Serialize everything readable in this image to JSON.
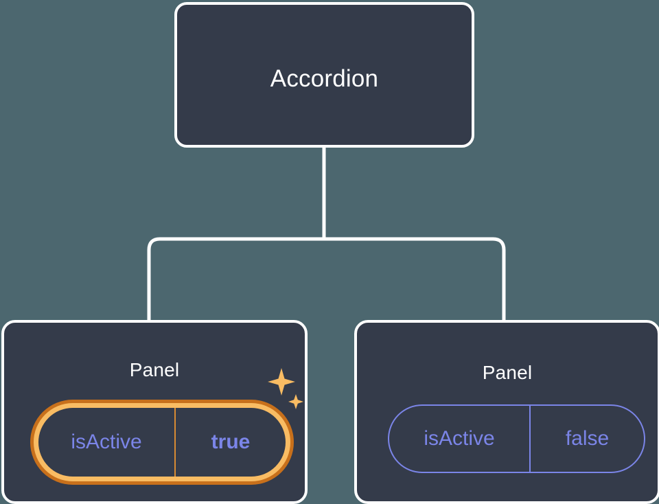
{
  "diagram": {
    "type": "component-tree",
    "background_color": "#4c676f",
    "node_fill": "#343b4a",
    "node_stroke": "#ffffff",
    "connector_color": "#ffffff",
    "accent_indigo": "#7b85e8",
    "accent_amber": "#f9bc63",
    "accent_amber_dark": "#c8701b"
  },
  "root": {
    "label": "Accordion"
  },
  "children": [
    {
      "title": "Panel",
      "highlighted": true,
      "prop": {
        "key": "isActive",
        "value": "true",
        "value_bold": true
      },
      "decoration": "sparkles-icon"
    },
    {
      "title": "Panel",
      "highlighted": false,
      "prop": {
        "key": "isActive",
        "value": "false",
        "value_bold": false
      },
      "decoration": null
    }
  ]
}
